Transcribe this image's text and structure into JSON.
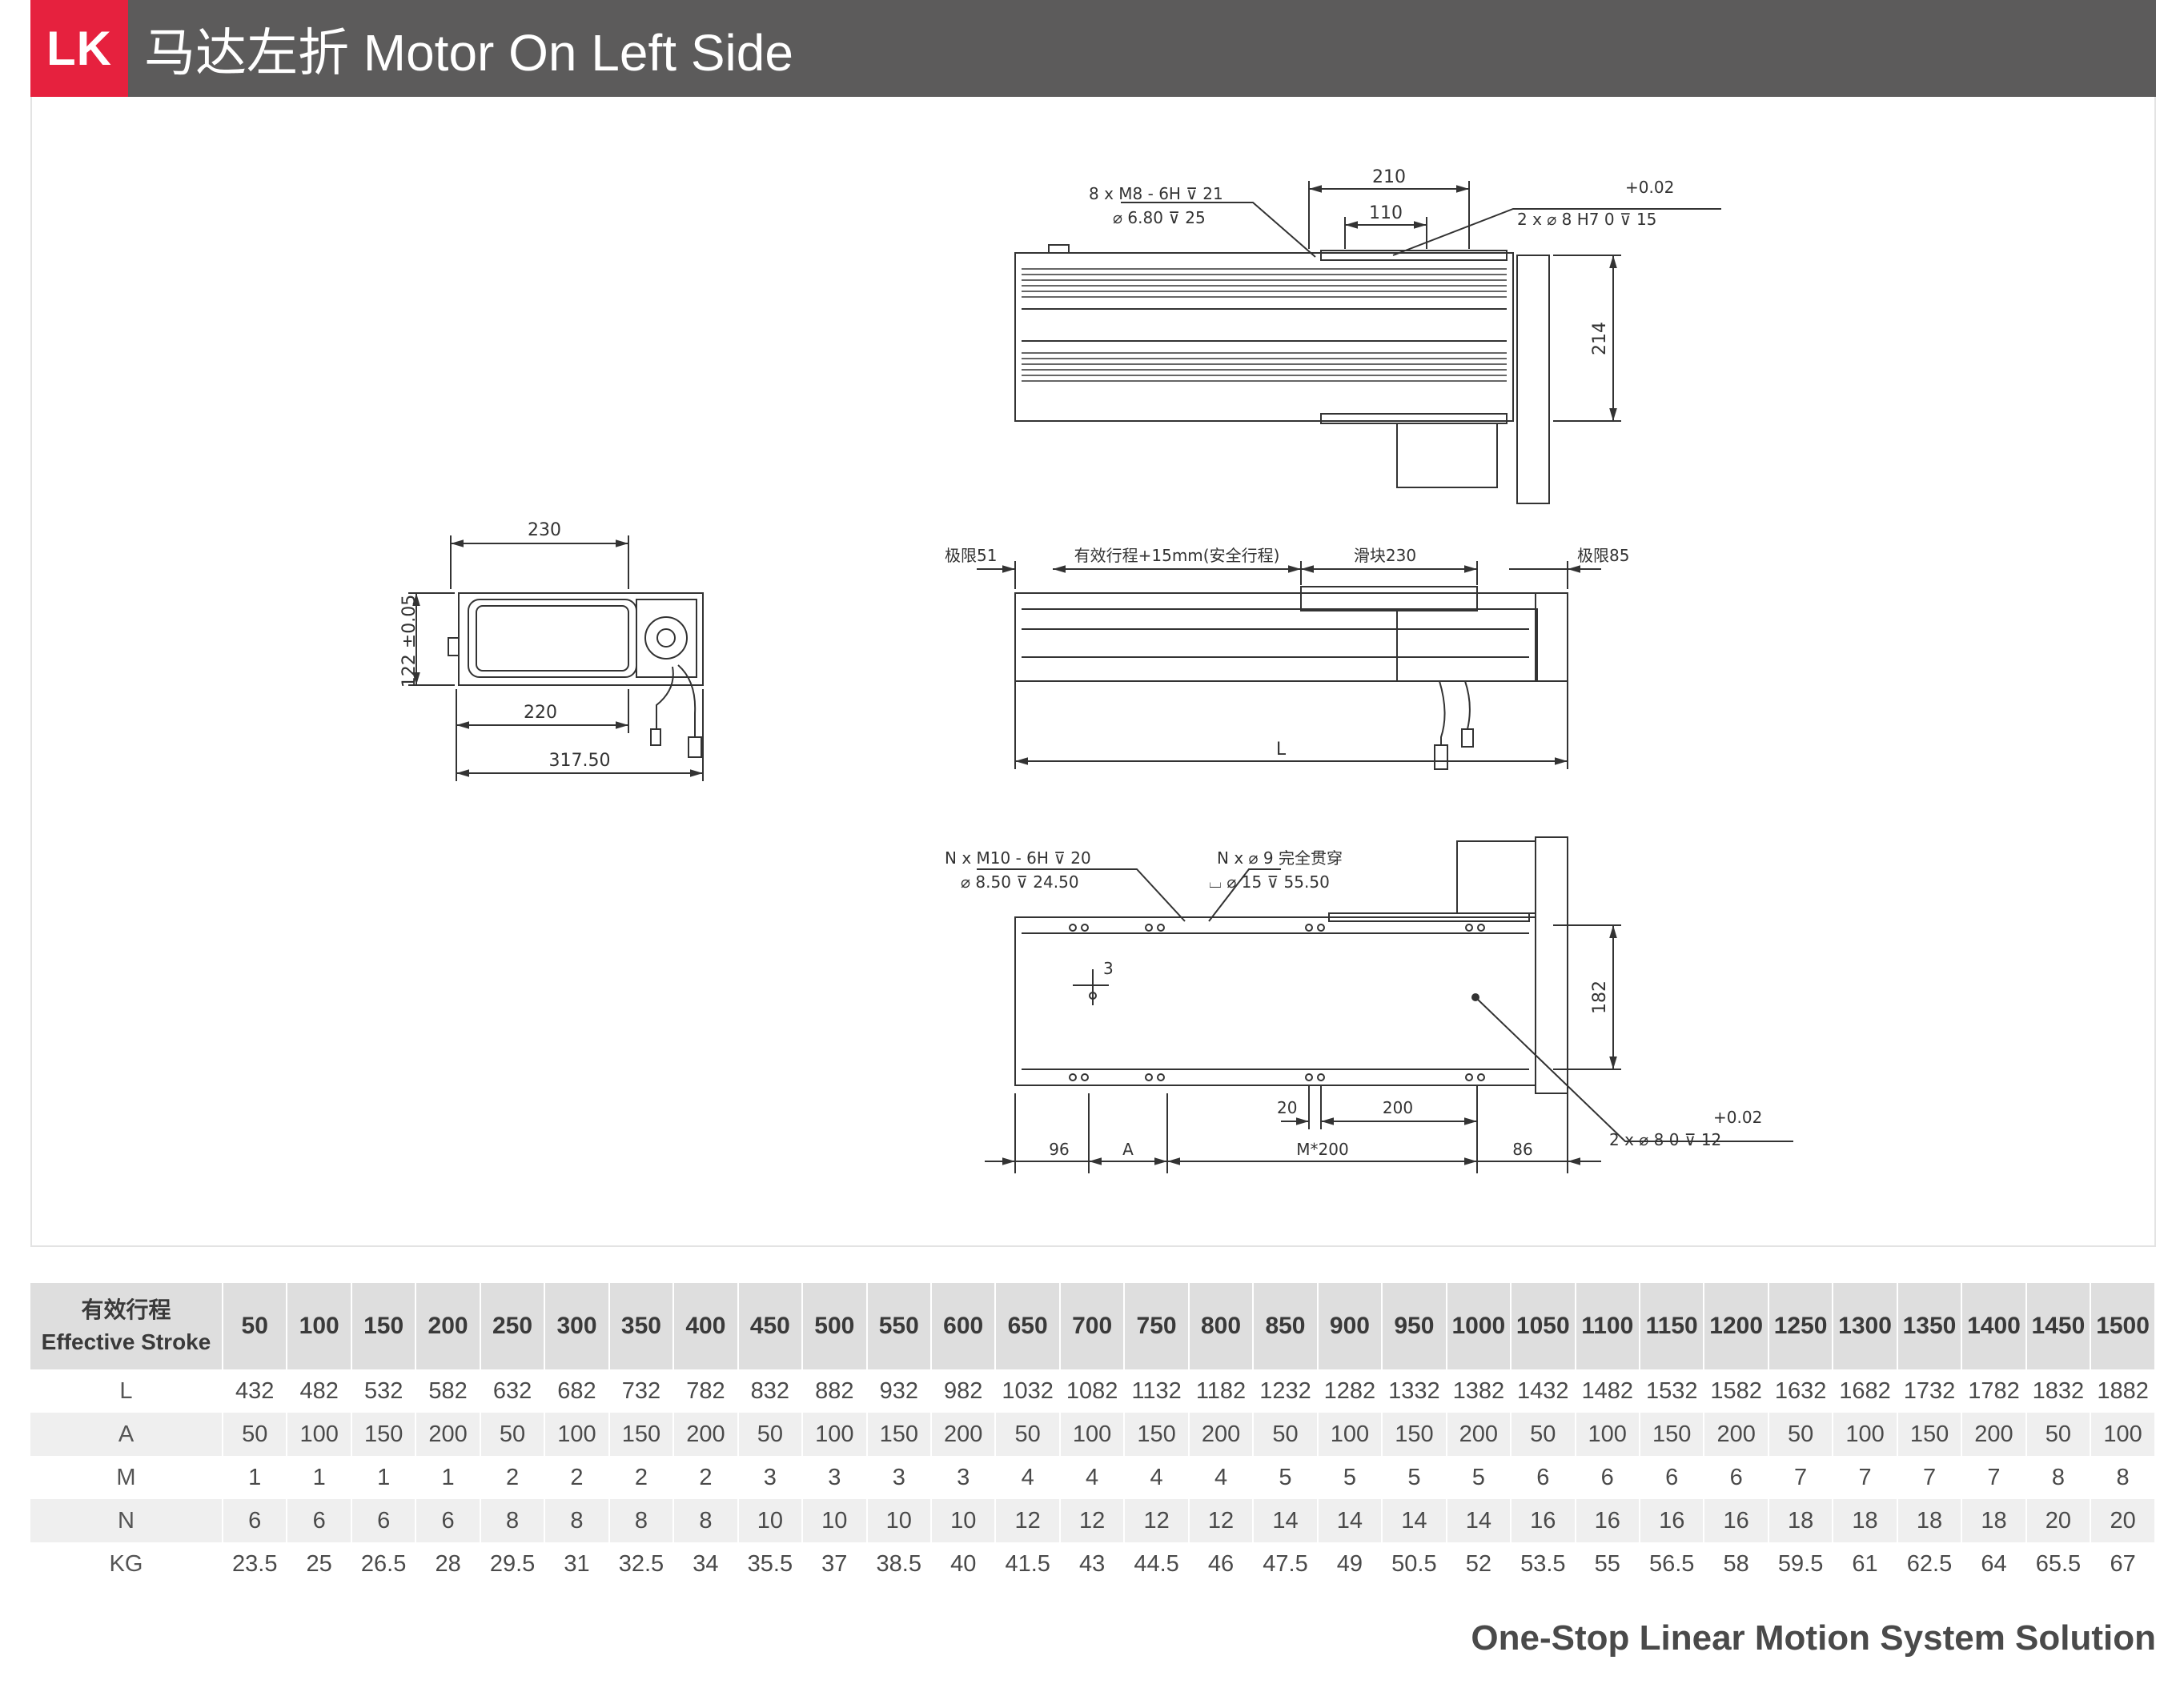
{
  "header": {
    "badge": "LK",
    "title": "马达左折 Motor On Left Side"
  },
  "drawing": {
    "end_view": {
      "width_top": "230",
      "height": "122 ±0.05",
      "width_inner": "220",
      "width_overall": "317.50"
    },
    "top_view": {
      "thread_callout_1": "8 x  M8 - 6H ⊽ 21",
      "thread_callout_2": "⌀ 6.80 ⊽ 25",
      "dim_210": "210",
      "dim_110": "110",
      "pin_tol": "+0.02",
      "pin_callout": "2 x ⌀ 8 H7  0   ⊽ 15",
      "dim_214": "214"
    },
    "side_view": {
      "limit_left": "极限51",
      "effective_stroke": "有效行程+15mm(安全行程)",
      "slider": "滑块230",
      "limit_right": "极限85",
      "length": "L"
    },
    "bottom_view": {
      "thread_callout_1": "N x  M10 - 6H ⊽ 20",
      "thread_callout_2": "⌀ 8.50 ⊽ 24.50",
      "through_callout_1": "N x ⌀ 9 完全贯穿",
      "through_callout_2": "⌴ ⌀ 15 ⊽ 55.50",
      "dim_3": "3",
      "dim_182": "182",
      "dim_20": "20",
      "dim_200": "200",
      "pin_tol": "+0.02",
      "pin_callout": "2 x ⌀ 8   0    ⊽ 12",
      "dim_96": "96",
      "dim_A": "A",
      "dim_M200": "M*200",
      "dim_86": "86"
    }
  },
  "table": {
    "header_cn": "有效行程",
    "header_en": "Effective Stroke",
    "strokes": [
      "50",
      "100",
      "150",
      "200",
      "250",
      "300",
      "350",
      "400",
      "450",
      "500",
      "550",
      "600",
      "650",
      "700",
      "750",
      "800",
      "850",
      "900",
      "950",
      "1000",
      "1050",
      "1100",
      "1150",
      "1200",
      "1250",
      "1300",
      "1350",
      "1400",
      "1450",
      "1500"
    ],
    "rows": [
      {
        "label": "L",
        "values": [
          "432",
          "482",
          "532",
          "582",
          "632",
          "682",
          "732",
          "782",
          "832",
          "882",
          "932",
          "982",
          "1032",
          "1082",
          "1132",
          "1182",
          "1232",
          "1282",
          "1332",
          "1382",
          "1432",
          "1482",
          "1532",
          "1582",
          "1632",
          "1682",
          "1732",
          "1782",
          "1832",
          "1882"
        ]
      },
      {
        "label": "A",
        "values": [
          "50",
          "100",
          "150",
          "200",
          "50",
          "100",
          "150",
          "200",
          "50",
          "100",
          "150",
          "200",
          "50",
          "100",
          "150",
          "200",
          "50",
          "100",
          "150",
          "200",
          "50",
          "100",
          "150",
          "200",
          "50",
          "100",
          "150",
          "200",
          "50",
          "100"
        ]
      },
      {
        "label": "M",
        "values": [
          "1",
          "1",
          "1",
          "1",
          "2",
          "2",
          "2",
          "2",
          "3",
          "3",
          "3",
          "3",
          "4",
          "4",
          "4",
          "4",
          "5",
          "5",
          "5",
          "5",
          "6",
          "6",
          "6",
          "6",
          "7",
          "7",
          "7",
          "7",
          "8",
          "8"
        ]
      },
      {
        "label": "N",
        "values": [
          "6",
          "6",
          "6",
          "6",
          "8",
          "8",
          "8",
          "8",
          "10",
          "10",
          "10",
          "10",
          "12",
          "12",
          "12",
          "12",
          "14",
          "14",
          "14",
          "14",
          "16",
          "16",
          "16",
          "16",
          "18",
          "18",
          "18",
          "18",
          "20",
          "20"
        ]
      },
      {
        "label": "KG",
        "values": [
          "23.5",
          "25",
          "26.5",
          "28",
          "29.5",
          "31",
          "32.5",
          "34",
          "35.5",
          "37",
          "38.5",
          "40",
          "41.5",
          "43",
          "44.5",
          "46",
          "47.5",
          "49",
          "50.5",
          "52",
          "53.5",
          "55",
          "56.5",
          "58",
          "59.5",
          "61",
          "62.5",
          "64",
          "65.5",
          "67"
        ]
      }
    ]
  },
  "footer": {
    "tagline": "One-Stop Linear Motion System Solution"
  }
}
